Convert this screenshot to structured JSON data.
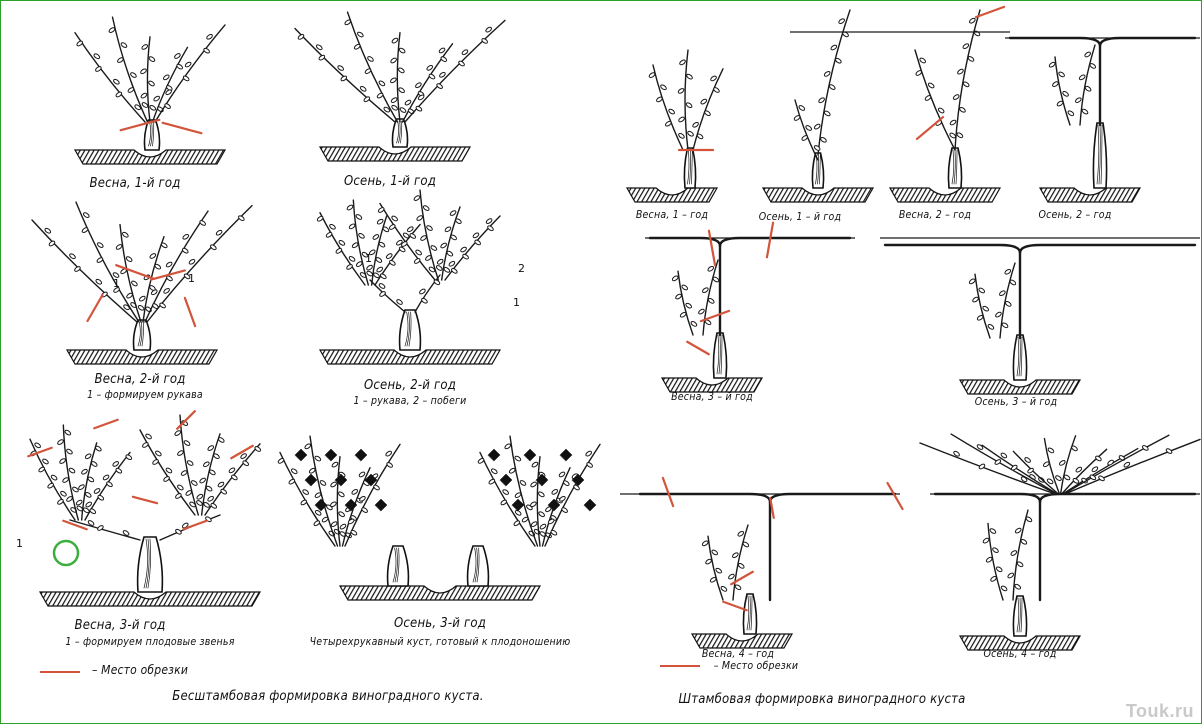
{
  "colors": {
    "cut": "#d2553b",
    "ink": "#1a1a1a",
    "highlight": "#3cae3c"
  },
  "left": {
    "p1": "Весна, 1-й год",
    "p2": "Осень, 1-й год",
    "p3": "Весна, 2-й год",
    "p3_note": "1 – формируем рукава",
    "p4": "Осень, 2-й год",
    "p4_note": "1 – рукава, 2 – побеги",
    "p5": "Весна, 3-й год",
    "p5_note": "1 – формируем плодовые звенья",
    "p6": "Осень, 3-й год",
    "p6_note": "Четырехрукавный куст, готовый к плодоношению",
    "legend": "– Место обрезки",
    "caption": "Бесштамбовая формировка виноградного куста.",
    "marks": {
      "one": "1",
      "two": "2"
    }
  },
  "right": {
    "r1": "Весна, 1 – год",
    "r2": "Осень, 1 – й год",
    "r3": "Весна, 2 – год",
    "r4": "Осень, 2 – год",
    "r5": "Весна, 3 – й год",
    "r6": "Осень, 3 – й год",
    "r7": "Весна, 4 – год",
    "r8": "Осень, 4 – год",
    "legend": "– Место обрезки",
    "caption": "Штамбовая формировка виноградного куста"
  },
  "watermark": "Touk.ru"
}
